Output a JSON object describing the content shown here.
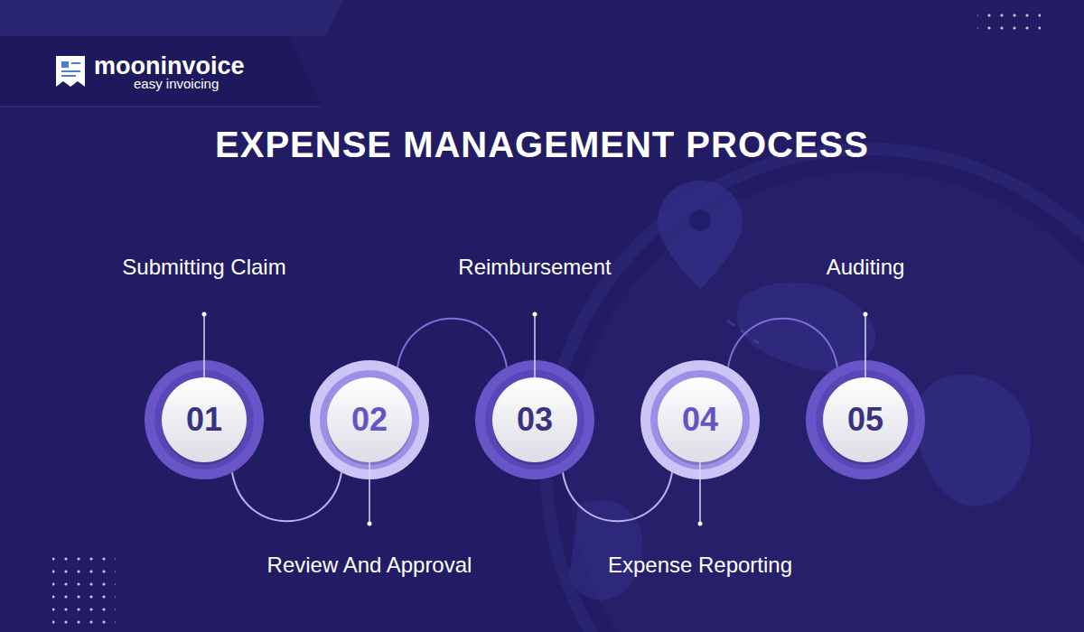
{
  "diagram": {
    "title": "EXPENSE MANAGEMENT PROCESS",
    "nodes": [
      {
        "text": [
          "01",
          "Submitting Claim"
        ]
      },
      {
        "text": [
          "02",
          "Review And Approval"
        ]
      },
      {
        "text": [
          "03",
          "Reimbursement"
        ]
      },
      {
        "text": [
          "04",
          "Expense Reporting"
        ]
      },
      {
        "text": [
          "05",
          "Auditing"
        ]
      }
    ],
    "edges": [
      {
        "from": 0,
        "to": 1,
        "arrow": "none"
      },
      {
        "from": 1,
        "to": 2,
        "arrow": "none"
      },
      {
        "from": 2,
        "to": 3,
        "arrow": "none"
      },
      {
        "from": 3,
        "to": 4,
        "arrow": "none"
      }
    ],
    "labels": [
      "mooninvoice",
      "easy invoicing"
    ]
  }
}
